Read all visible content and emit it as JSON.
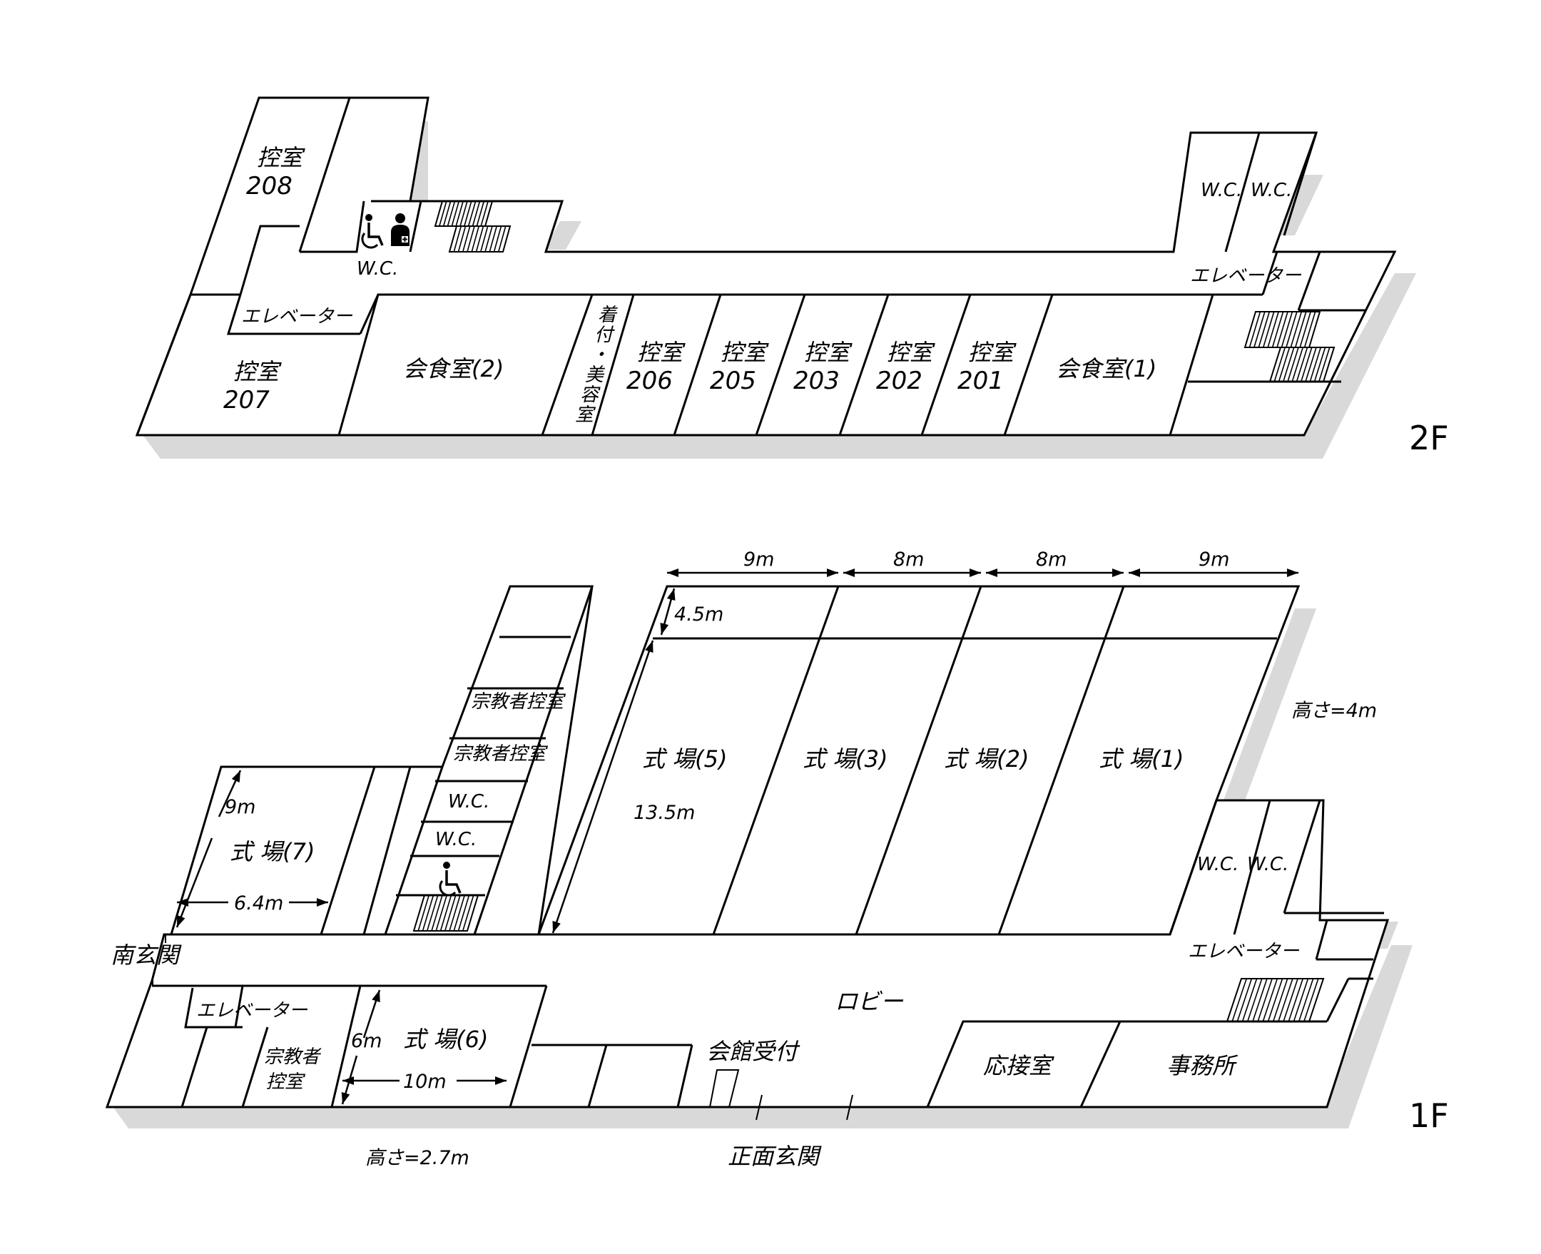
{
  "floors": {
    "f2": {
      "floor_label": "2F",
      "rooms": {
        "r208_name": "控室",
        "r208_num": "208",
        "wc_left": "W.C.",
        "elev_left": "エレベーター",
        "r207_name": "控室",
        "r207_num": "207",
        "dining2": "会食室(2)",
        "kitsuke_1": "着",
        "kitsuke_2": "付",
        "kitsuke_3": "・",
        "kitsuke_4": "美",
        "kitsuke_5": "容",
        "kitsuke_6": "室",
        "r206_name": "控室",
        "r206_num": "206",
        "r205_name": "控室",
        "r205_num": "205",
        "r203_name": "控室",
        "r203_num": "203",
        "r202_name": "控室",
        "r202_num": "202",
        "r201_name": "控室",
        "r201_num": "201",
        "dining1": "会食室(1)",
        "wc_right_a": "W.C.",
        "wc_right_b": "W.C.",
        "elev_right": "エレベーター"
      }
    },
    "f1": {
      "floor_label": "1F",
      "rooms": {
        "hall5": "式 場(5)",
        "hall3": "式 場(3)",
        "hall2": "式 場(2)",
        "hall1": "式 場(1)",
        "clergy1": "宗教者控室",
        "clergy2": "宗教者控室",
        "wc_a": "W.C.",
        "wc_b": "W.C.",
        "hall7": "式 場(7)",
        "south_entrance": "南玄関",
        "elev_left": "エレベーター",
        "clergy3_a": "宗教者",
        "clergy3_b": "控室",
        "hall6": "式 場(6)",
        "reception": "会館受付",
        "lobby": "ロビー",
        "wc_right_a": "W.C.",
        "wc_right_b": "W.C.",
        "elev_right": "エレベーター",
        "drawing_room": "応接室",
        "office": "事務所",
        "main_entrance": "正面玄関"
      },
      "dimensions": {
        "d_9m_a": "9m",
        "d_8m_a": "8m",
        "d_8m_b": "8m",
        "d_9m_b": "9m",
        "d_4_5m": "4.5m",
        "d_13_5m": "13.5m",
        "height_main": "高さ=4m",
        "d_9m_h7": "9m",
        "d_6_4m": "6.4m",
        "d_6m": "6m",
        "d_10m": "10m",
        "height_left": "高さ=2.7m"
      }
    }
  }
}
